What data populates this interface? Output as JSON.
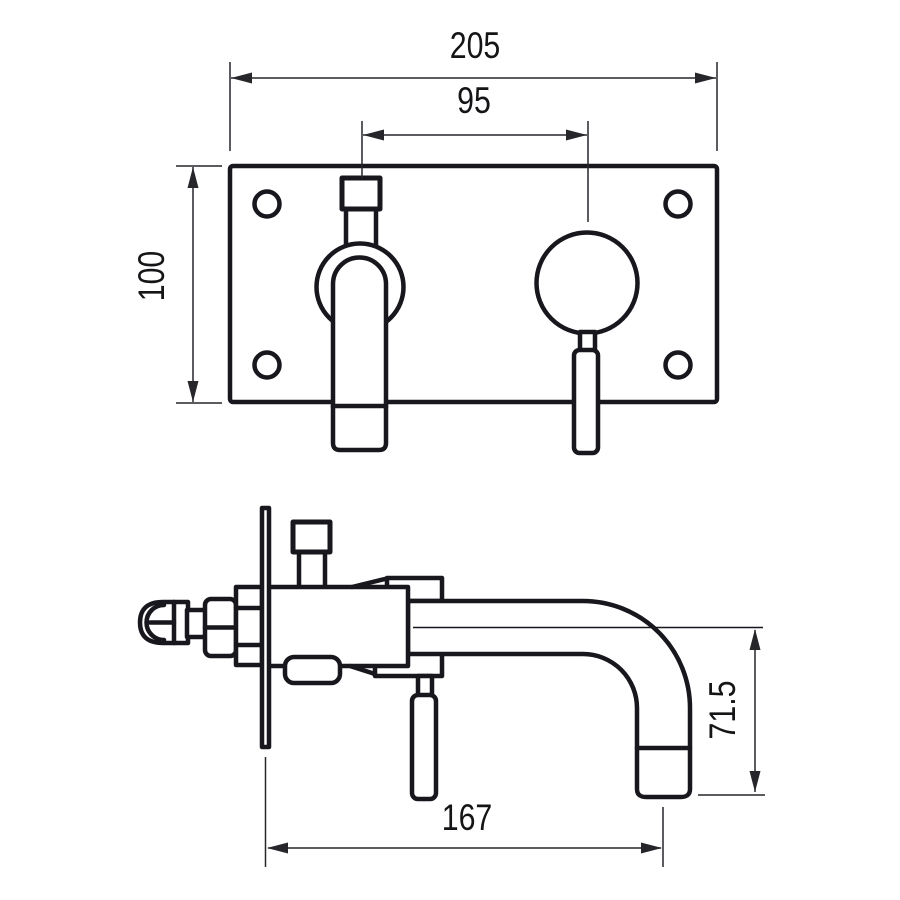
{
  "colors": {
    "line": "#17171d",
    "dim_line": "#26262b",
    "text": "#151518",
    "background": "#ffffff"
  },
  "labels": {
    "front_overall_width": "205",
    "front_centre_spacing": "95",
    "front_plate_height": "100",
    "side_spout_projection": "167",
    "side_spout_drop": "71.5"
  }
}
